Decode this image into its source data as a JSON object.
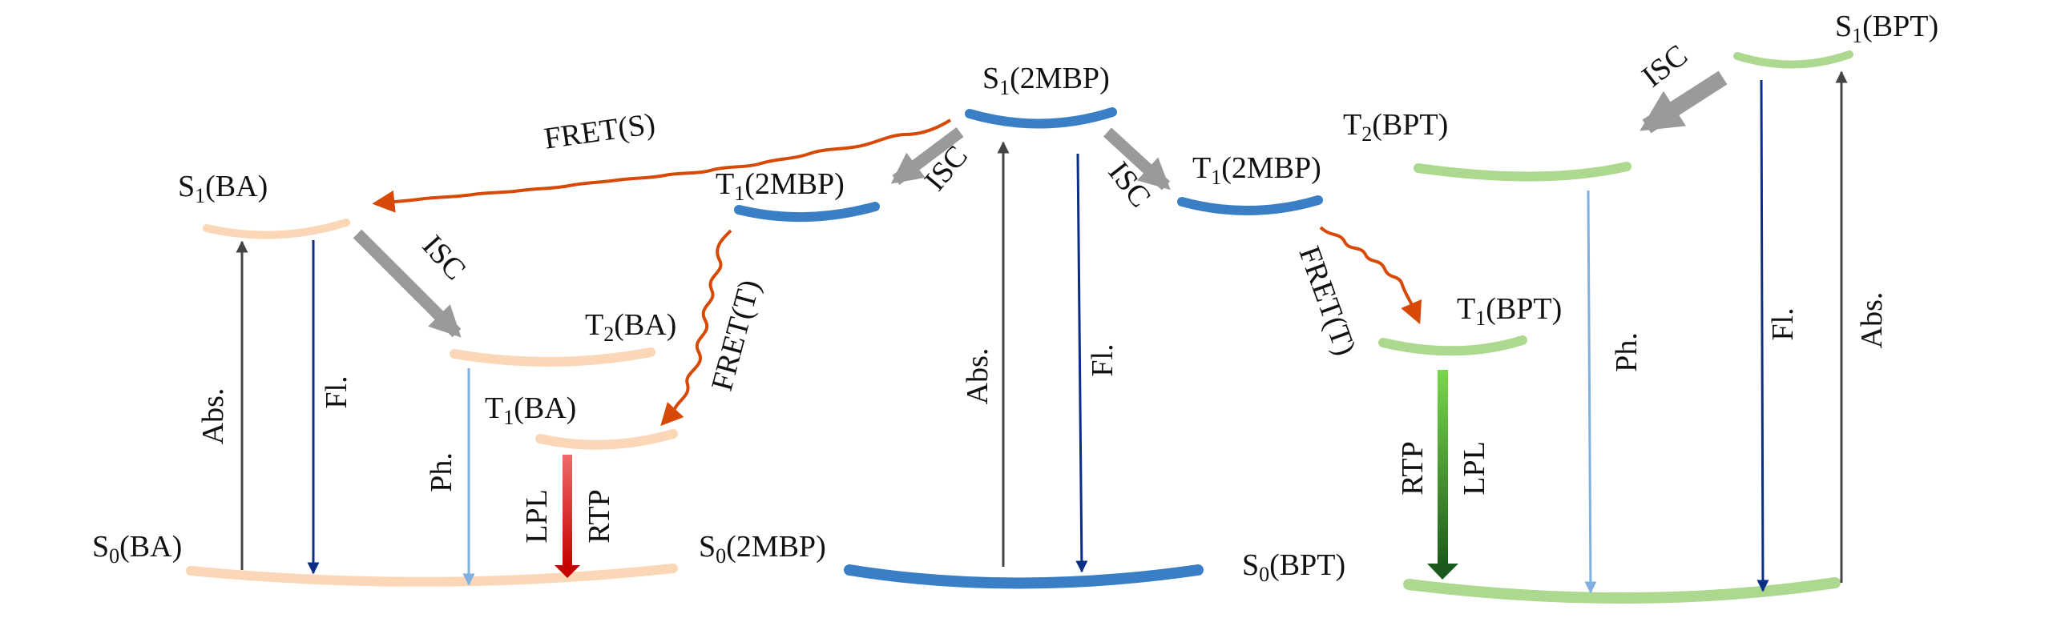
{
  "colors": {
    "ba_level": "#fbd7b8",
    "mbp_level": "#3a7fc6",
    "bpt_level": "#acd88f",
    "abs_arrow": "#444444",
    "fl_arrow": "#0b2f86",
    "ph_arrow": "#7fb0e0",
    "isc_arrow": "#9a9a9a",
    "fret_arrow": "#d64a06",
    "rtp_ba": "#d41a1a",
    "rtp_bpt_top": "#79d84a",
    "rtp_bpt_bottom": "#1d5a1d"
  },
  "levels": {
    "s1_ba": {
      "pre": "S",
      "sub": "1",
      "post": "(BA)"
    },
    "t2_ba": {
      "pre": "T",
      "sub": "2",
      "post": "(BA)"
    },
    "t1_ba": {
      "pre": "T",
      "sub": "1",
      "post": "(BA)"
    },
    "s0_ba": {
      "pre": "S",
      "sub": "0",
      "post": "(BA)"
    },
    "s1_2mbp": {
      "pre": "S",
      "sub": "1",
      "post": "(2MBP)"
    },
    "t1_2mbp_left": {
      "pre": "T",
      "sub": "1",
      "post": "(2MBP)"
    },
    "t1_2mbp_right": {
      "pre": "T",
      "sub": "1",
      "post": "(2MBP)"
    },
    "s0_2mbp": {
      "pre": "S",
      "sub": "0",
      "post": "(2MBP)"
    },
    "s1_bpt": {
      "pre": "S",
      "sub": "1",
      "post": "(BPT)"
    },
    "t2_bpt": {
      "pre": "T",
      "sub": "2",
      "post": "(BPT)"
    },
    "t1_bpt": {
      "pre": "T",
      "sub": "1",
      "post": "(BPT)"
    },
    "s0_bpt": {
      "pre": "S",
      "sub": "0",
      "post": "(BPT)"
    }
  },
  "transitions": {
    "abs_ba": "Abs.",
    "fl_ba": "Fl.",
    "isc_ba": "ISC",
    "ph_ba": "Ph.",
    "lpl_ba": "LPL",
    "rtp_ba": "RTP",
    "fret_s": "FRET(S)",
    "fret_t_left": "FRET(T)",
    "isc_2mbp_left": "ISC",
    "isc_2mbp_right": "ISC",
    "abs_2mbp": "Abs.",
    "fl_2mbp": "Fl.",
    "fret_t_right": "FRET(T)",
    "rtp_bpt": "RTP",
    "lpl_bpt": "LPL",
    "ph_bpt": "Ph.",
    "fl_bpt": "Fl.",
    "abs_bpt": "Abs.",
    "isc_bpt": "ISC"
  }
}
